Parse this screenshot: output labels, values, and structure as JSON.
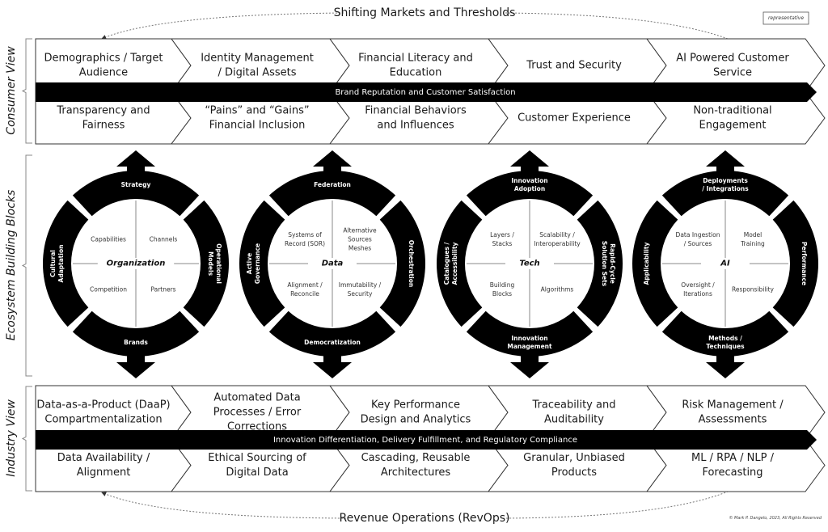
{
  "header": {
    "top_label": "Shifting Markets and Thresholds",
    "bottom_label": "Revenue Operations (RevOps)",
    "representative_tag": "representative",
    "copyright": "© Mark P. Dangelo, 2023, All Rights Reserved"
  },
  "sections": {
    "consumer_view": {
      "label": "Consumer View",
      "band": "Brand Reputation and Customer Satisfaction",
      "top_row": [
        [
          "Demographics / Target",
          "Audience"
        ],
        [
          "Identity Management",
          "/ Digital Assets"
        ],
        [
          "Financial Literacy and",
          "Education"
        ],
        [
          "Trust and Security"
        ],
        [
          "AI Powered Customer",
          "Service"
        ]
      ],
      "bottom_row": [
        [
          "Transparency and",
          "Fairness"
        ],
        [
          "“Pains” and “Gains”",
          "Financial Inclusion"
        ],
        [
          "Financial Behaviors",
          "and Influences"
        ],
        [
          "Customer Experience"
        ],
        [
          "Non-traditional",
          "Engagement"
        ]
      ]
    },
    "ecosystem": {
      "label": "Ecosystem Building Blocks",
      "wheels": [
        {
          "center": "Organization",
          "ring": {
            "top": [
              "Strategy"
            ],
            "right": [
              "Operational",
              "Models"
            ],
            "bottom": [
              "Brands"
            ],
            "left": [
              "Cultural",
              "Adaptation"
            ]
          },
          "quadrants": {
            "top_left": [
              "Capabilities"
            ],
            "top_right": [
              "Channels"
            ],
            "bottom_left": [
              "Competition"
            ],
            "bottom_right": [
              "Partners"
            ]
          }
        },
        {
          "center": "Data",
          "ring": {
            "top": [
              "Federation"
            ],
            "right": [
              "Orchestration"
            ],
            "bottom": [
              "Democratization"
            ],
            "left": [
              "Active",
              "Governance"
            ]
          },
          "quadrants": {
            "top_left": [
              "Systems of",
              "Record (SOR)"
            ],
            "top_right": [
              "Alternative",
              "Sources",
              "Meshes"
            ],
            "bottom_left": [
              "Alignment /",
              "Reconcile"
            ],
            "bottom_right": [
              "Immutability /",
              "Security"
            ]
          }
        },
        {
          "center": "Tech",
          "ring": {
            "top": [
              "Innovation",
              "Adoption"
            ],
            "right": [
              "Rapid-Cycle",
              "Solution Sets"
            ],
            "bottom": [
              "Innovation",
              "Management"
            ],
            "left": [
              "Catalogues /",
              "Accessibility"
            ]
          },
          "quadrants": {
            "top_left": [
              "Layers /",
              "Stacks"
            ],
            "top_right": [
              "Scalability /",
              "Interoperability"
            ],
            "bottom_left": [
              "Building",
              "Blocks"
            ],
            "bottom_right": [
              "Algorithms"
            ]
          }
        },
        {
          "center": "AI",
          "ring": {
            "top": [
              "Deployments",
              "/ Integrations"
            ],
            "right": [
              "Performance"
            ],
            "bottom": [
              "Methods /",
              "Techniques"
            ],
            "left": [
              "Applicability"
            ]
          },
          "quadrants": {
            "top_left": [
              "Data Ingestion",
              "/ Sources"
            ],
            "top_right": [
              "Model",
              "Training"
            ],
            "bottom_left": [
              "Oversight /",
              "Iterations"
            ],
            "bottom_right": [
              "Responsibility"
            ]
          }
        }
      ]
    },
    "industry_view": {
      "label": "Industry View",
      "band": "Innovation Differentiation, Delivery Fulfillment, and Regulatory Compliance",
      "top_row": [
        [
          "Data-as-a-Product (DaaP)",
          "Compartmentalization"
        ],
        [
          "Automated Data",
          "Processes / Error",
          "Corrections"
        ],
        [
          "Key Performance",
          "Design and Analytics"
        ],
        [
          "Traceability and",
          "Auditability"
        ],
        [
          "Risk Management /",
          "Assessments"
        ]
      ],
      "bottom_row": [
        [
          "Data Availability /",
          "Alignment"
        ],
        [
          "Ethical Sourcing of",
          "Digital Data"
        ],
        [
          "Cascading, Reusable",
          "Architectures"
        ],
        [
          "Granular, Unbiased",
          "Products"
        ],
        [
          "ML / RPA / NLP /",
          "Forecasting"
        ]
      ]
    }
  },
  "colors": {
    "ink": "#000000",
    "paper": "#ffffff",
    "outline": "#333333",
    "divider": "#888888"
  }
}
